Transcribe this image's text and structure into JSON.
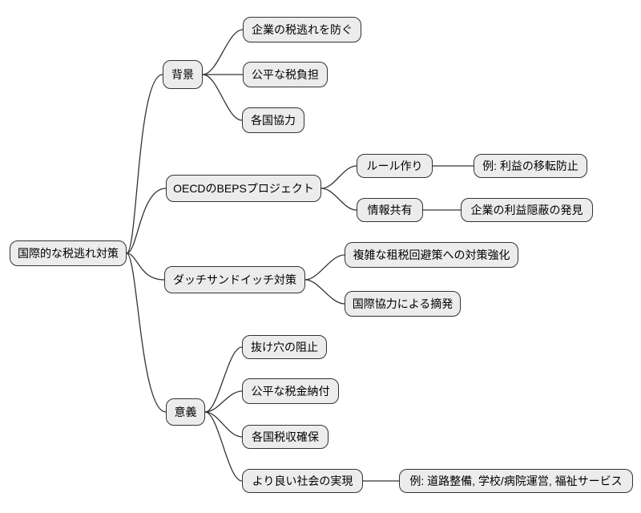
{
  "diagram": {
    "type": "mindmap",
    "root": {
      "label": "国際的な税逃れ対策"
    },
    "branches": [
      {
        "label": "背景",
        "children": [
          {
            "label": "企業の税逃れを防ぐ"
          },
          {
            "label": "公平な税負担"
          },
          {
            "label": "各国協力"
          }
        ]
      },
      {
        "label": "OECDのBEPSプロジェクト",
        "children": [
          {
            "label": "ルール作り",
            "children": [
              {
                "label": "例: 利益の移転防止"
              }
            ]
          },
          {
            "label": "情報共有",
            "children": [
              {
                "label": "企業の利益隠蔽の発見"
              }
            ]
          }
        ]
      },
      {
        "label": "ダッチサンドイッチ対策",
        "children": [
          {
            "label": "複雑な租税回避策への対策強化"
          },
          {
            "label": "国際協力による摘発"
          }
        ]
      },
      {
        "label": "意義",
        "children": [
          {
            "label": "抜け穴の阻止"
          },
          {
            "label": "公平な税金納付"
          },
          {
            "label": "各国税収確保"
          },
          {
            "label": "より良い社会の実現",
            "children": [
              {
                "label": "例: 道路整備, 学校/病院運営, 福祉サービス"
              }
            ]
          }
        ]
      }
    ],
    "colors": {
      "background": "#ffffff",
      "node_fill": "#ececec",
      "node_border": "#333333",
      "edge": "#333333",
      "text": "#000000"
    }
  }
}
